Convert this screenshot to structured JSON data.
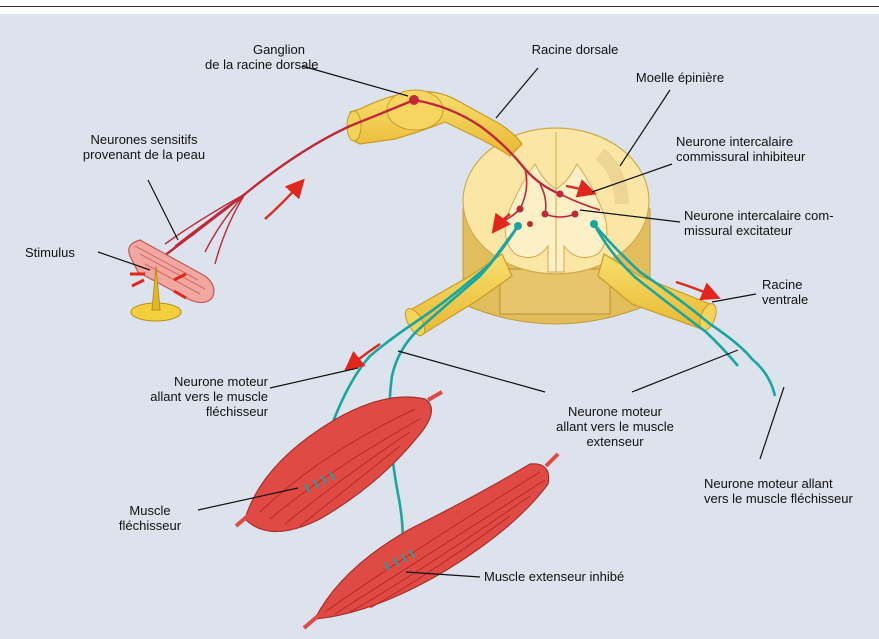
{
  "labels": {
    "ganglion": [
      "Ganglion",
      "de la racine dorsale"
    ],
    "racine_dorsale": "Racine dorsale",
    "moelle": "Moelle épinière",
    "neurones_sensitifs": [
      "Neurones sensitifs",
      "provenant de la peau"
    ],
    "intercalaire_inhibiteur": [
      "Neurone intercalaire",
      "commissural inhibiteur"
    ],
    "intercalaire_excitateur": [
      "Neurone intercalaire com-",
      "missural excitateur"
    ],
    "stimulus": "Stimulus",
    "racine_ventrale": [
      "Racine",
      "ventrale"
    ],
    "moteur_flechisseur_left": [
      "Neurone moteur",
      "allant vers le muscle",
      "fléchisseur"
    ],
    "moteur_extenseur": [
      "Neurone moteur",
      "allant vers le muscle",
      "extenseur"
    ],
    "moteur_flechisseur_right": [
      "Neurone moteur allant",
      "vers le muscle fléchisseur"
    ],
    "muscle_flechisseur": [
      "Muscle",
      "fléchisseur"
    ],
    "muscle_extenseur_inhibe": "Muscle extenseur inhibé"
  },
  "colors": {
    "background": "#dde3ec",
    "root_yellow": "#f2cf4a",
    "cord_fill": "#fbe6a6",
    "sensory_red": "#c0283a",
    "motor_teal": "#1aa6a0",
    "arrow_red": "#e1261c",
    "muscle_red": "#e04a45"
  },
  "icons": [
    "stimulus-pin-icon",
    "direction-arrow-icon"
  ]
}
